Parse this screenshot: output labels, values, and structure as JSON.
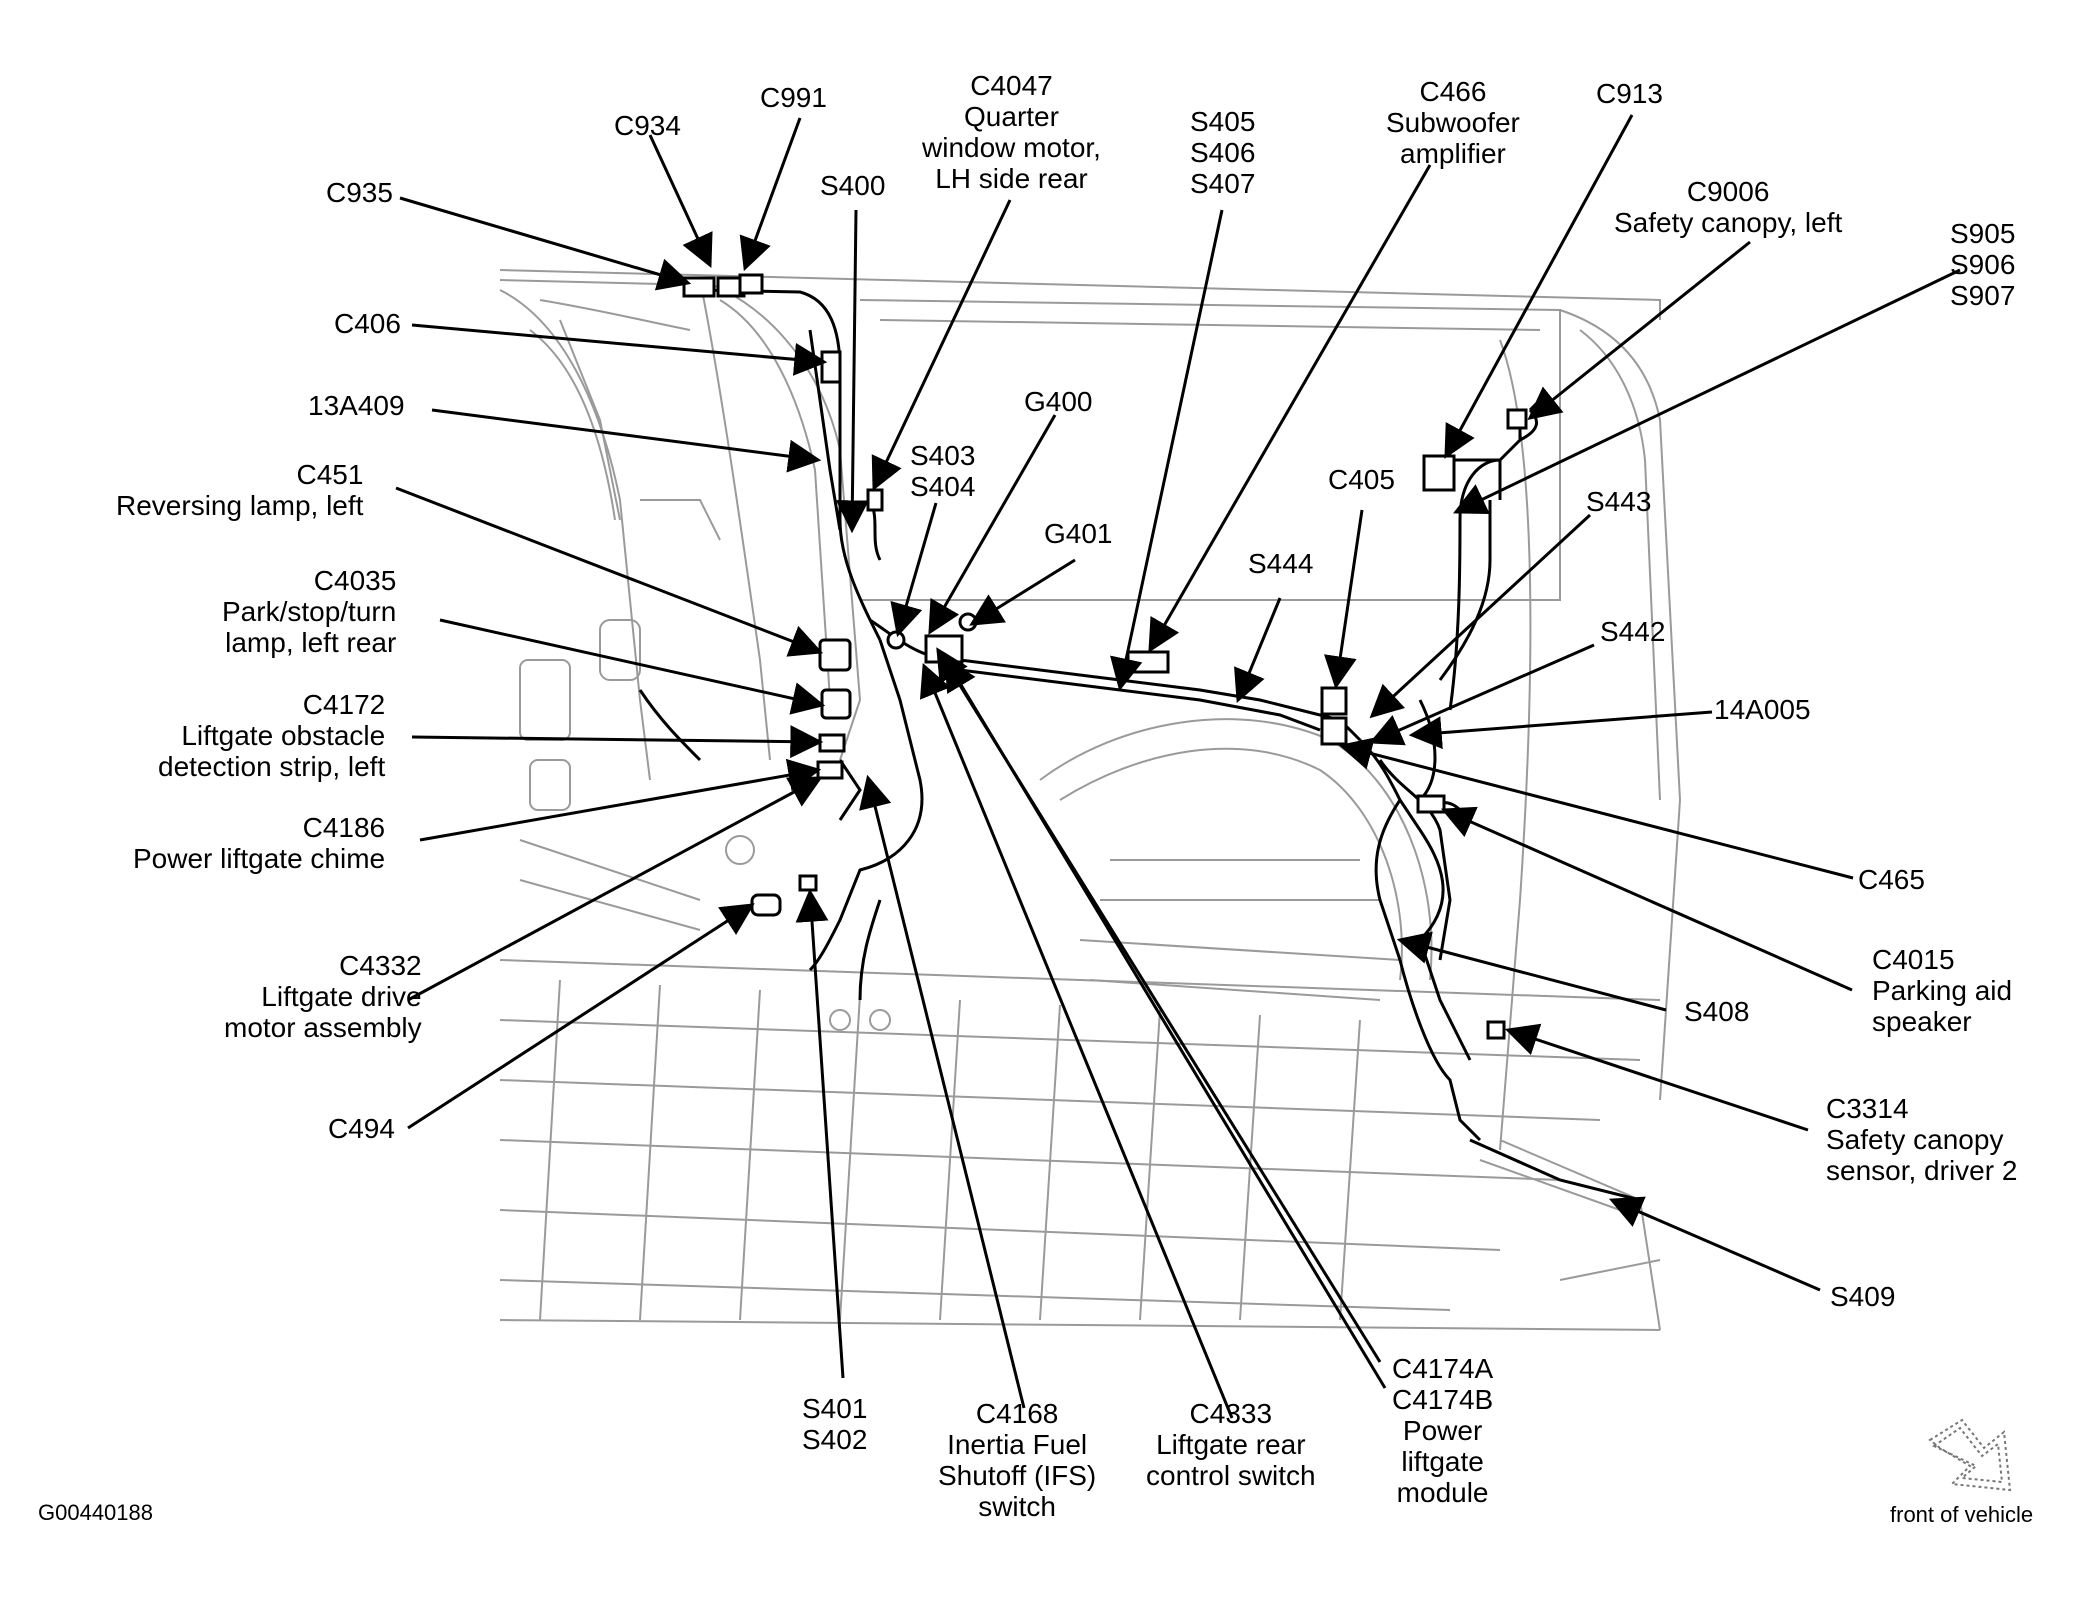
{
  "figure_id": "G00440188",
  "front_label": "front of vehicle",
  "labels": {
    "c991": [
      "C991"
    ],
    "c934": [
      "C934"
    ],
    "c935": [
      "C935"
    ],
    "c4047": [
      "C4047",
      "Quarter",
      "window motor,",
      "LH side rear"
    ],
    "s400": [
      "S400"
    ],
    "s405": [
      "S405",
      "S406",
      "S407"
    ],
    "c466": [
      "C466",
      "Subwoofer",
      "amplifier"
    ],
    "c913": [
      "C913"
    ],
    "c9006": [
      "C9006",
      "Safety canopy, left"
    ],
    "s905": [
      "S905",
      "S906",
      "S907"
    ],
    "c406": [
      "C406"
    ],
    "13a409": [
      "13A409"
    ],
    "g400": [
      "G400"
    ],
    "s403": [
      "S403",
      "S404"
    ],
    "c451": [
      "C451",
      "Reversing lamp, left"
    ],
    "c405": [
      "C405"
    ],
    "s443": [
      "S443"
    ],
    "g401": [
      "G401"
    ],
    "s444": [
      "S444"
    ],
    "c4035": [
      "C4035",
      "Park/stop/turn",
      "lamp, left rear"
    ],
    "s442": [
      "S442"
    ],
    "c4172": [
      "C4172",
      "Liftgate obstacle",
      "detection strip, left"
    ],
    "14a005": [
      "14A005"
    ],
    "c4186": [
      "C4186",
      "Power liftgate chime"
    ],
    "c465": [
      "C465"
    ],
    "c4015": [
      "C4015",
      "Parking aid",
      "speaker"
    ],
    "c4332": [
      "C4332",
      "Liftgate drive",
      "motor assembly"
    ],
    "s408": [
      "S408"
    ],
    "c3314": [
      "C3314",
      "Safety canopy",
      "sensor, driver 2"
    ],
    "c494": [
      "C494"
    ],
    "s409": [
      "S409"
    ],
    "c4174": [
      "C4174A",
      "C4174B",
      "Power",
      "liftgate",
      "module"
    ],
    "s401": [
      "S401",
      "S402"
    ],
    "c4168": [
      "C4168",
      "Inertia Fuel",
      "Shutoff (IFS)",
      "switch"
    ],
    "c4333": [
      "C4333",
      "Liftgate rear",
      "control switch"
    ]
  }
}
